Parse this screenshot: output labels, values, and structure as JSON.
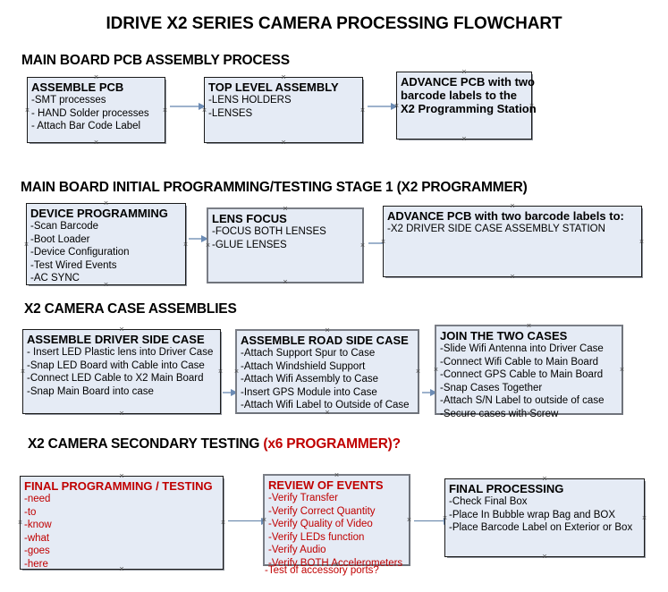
{
  "document": {
    "title": "IDRIVE X2  SERIES CAMERA PROCESSING FLOWCHART"
  },
  "colors": {
    "node_fill": "#E5EBF5",
    "node_border": "#1a1a1a",
    "node_border_gray": "#7a7e86",
    "arrow": "#9DB2CC",
    "accent_red": "#C00000",
    "text": "#000000",
    "background": "#FFFFFF"
  },
  "sections": [
    {
      "id": "pcb-assembly",
      "header": "MAIN BOARD PCB ASSEMBLY PROCESS",
      "header_highlight": "",
      "nodes": [
        {
          "id": "assemble-pcb",
          "title": "ASSEMBLE PCB",
          "title_color": "black",
          "lines": [
            "-SMT processes",
            "- HAND Solder processes",
            "- Attach Bar Code Label"
          ]
        },
        {
          "id": "top-level-assembly",
          "title": "TOP LEVEL ASSEMBLY",
          "title_color": "black",
          "lines": [
            "-LENS HOLDERS",
            "-LENSES"
          ]
        },
        {
          "id": "advance-pcb-programming-station",
          "title": "ADVANCE PCB with two",
          "title_color": "black",
          "title_extra_lines": [
            "barcode labels to the",
            " X2 Programming Station"
          ],
          "lines": []
        }
      ]
    },
    {
      "id": "initial-programming",
      "header": "MAIN BOARD INITIAL PROGRAMMING/TESTING STAGE 1 (X2 PROGRAMMER)",
      "header_highlight": "",
      "nodes": [
        {
          "id": "device-programming",
          "title": "DEVICE PROGRAMMING",
          "title_color": "black",
          "lines": [
            "-Scan Barcode",
            "-Boot Loader",
            "-Device Configuration",
            "-Test Wired Events",
            "-AC SYNC"
          ]
        },
        {
          "id": "lens-focus",
          "title": "LENS FOCUS",
          "title_color": "black",
          "lines": [
            "-FOCUS BOTH LENSES",
            "-GLUE LENSES"
          ]
        },
        {
          "id": "advance-pcb-driver-side-station",
          "title": "ADVANCE PCB with two barcode labels to:",
          "title_color": "black",
          "lines": [
            "-X2 DRIVER  SIDE  CASE  ASSEMBLY STATION"
          ]
        }
      ]
    },
    {
      "id": "case-assemblies",
      "header": "X2 CAMERA CASE ASSEMBLIES",
      "header_highlight": "",
      "nodes": [
        {
          "id": "assemble-driver-side-case",
          "title": "ASSEMBLE DRIVER SIDE CASE",
          "title_color": "black",
          "lines": [
            "- Insert LED Plastic lens into Driver Case",
            "-Snap LED Board with Cable into Case",
            "-Connect LED Cable to X2 Main Board",
            "-Snap Main Board into case"
          ]
        },
        {
          "id": "assemble-road-side-case",
          "title": "ASSEMBLE ROAD SIDE CASE",
          "title_color": "black",
          "lines": [
            "-Attach Support Spur to Case",
            "-Attach Windshield Support",
            "-Attach Wifi Assembly to Case",
            "-Insert GPS Module into Case",
            "-Attach Wifi Label to Outside of Case"
          ]
        },
        {
          "id": "join-the-two-cases",
          "title": "JOIN THE TWO CASES",
          "title_color": "black",
          "lines": [
            "-Slide Wifi Antenna into Driver Case",
            "-Connect Wifi Cable to Main Board",
            "-Connect GPS Cable to Main Board",
            "-Snap Cases Together",
            "-Attach S/N Label to outside of case",
            "-Secure cases with Screw"
          ]
        }
      ]
    },
    {
      "id": "secondary-testing",
      "header": "X2 CAMERA SECONDARY TESTING ",
      "header_highlight": "(x6 PROGRAMMER)?",
      "nodes": [
        {
          "id": "final-programming-testing",
          "title": "FINAL PROGRAMMING / TESTING",
          "title_color": "red",
          "lines": [
            "-need",
            "-to",
            "-know",
            "-what",
            "-goes",
            "-here"
          ]
        },
        {
          "id": "review-of-events",
          "title": "REVIEW OF EVENTS",
          "title_color": "red",
          "lines": [
            "-Verify Transfer",
            "-Verify Correct Quantity",
            "-Verify Quality of Video",
            "-Verify LEDs function",
            "-Verify Audio",
            "-Verify BOTH Accelerometers"
          ],
          "overflow_line": "-Test of accessory ports?"
        },
        {
          "id": "final-processing",
          "title": "FINAL PROCESSING",
          "title_color": "black",
          "lines": [
            " -Check Final Box",
            "-Place In Bubble wrap Bag and BOX",
            "-Place Barcode Label on Exterior or Box"
          ]
        }
      ]
    }
  ]
}
